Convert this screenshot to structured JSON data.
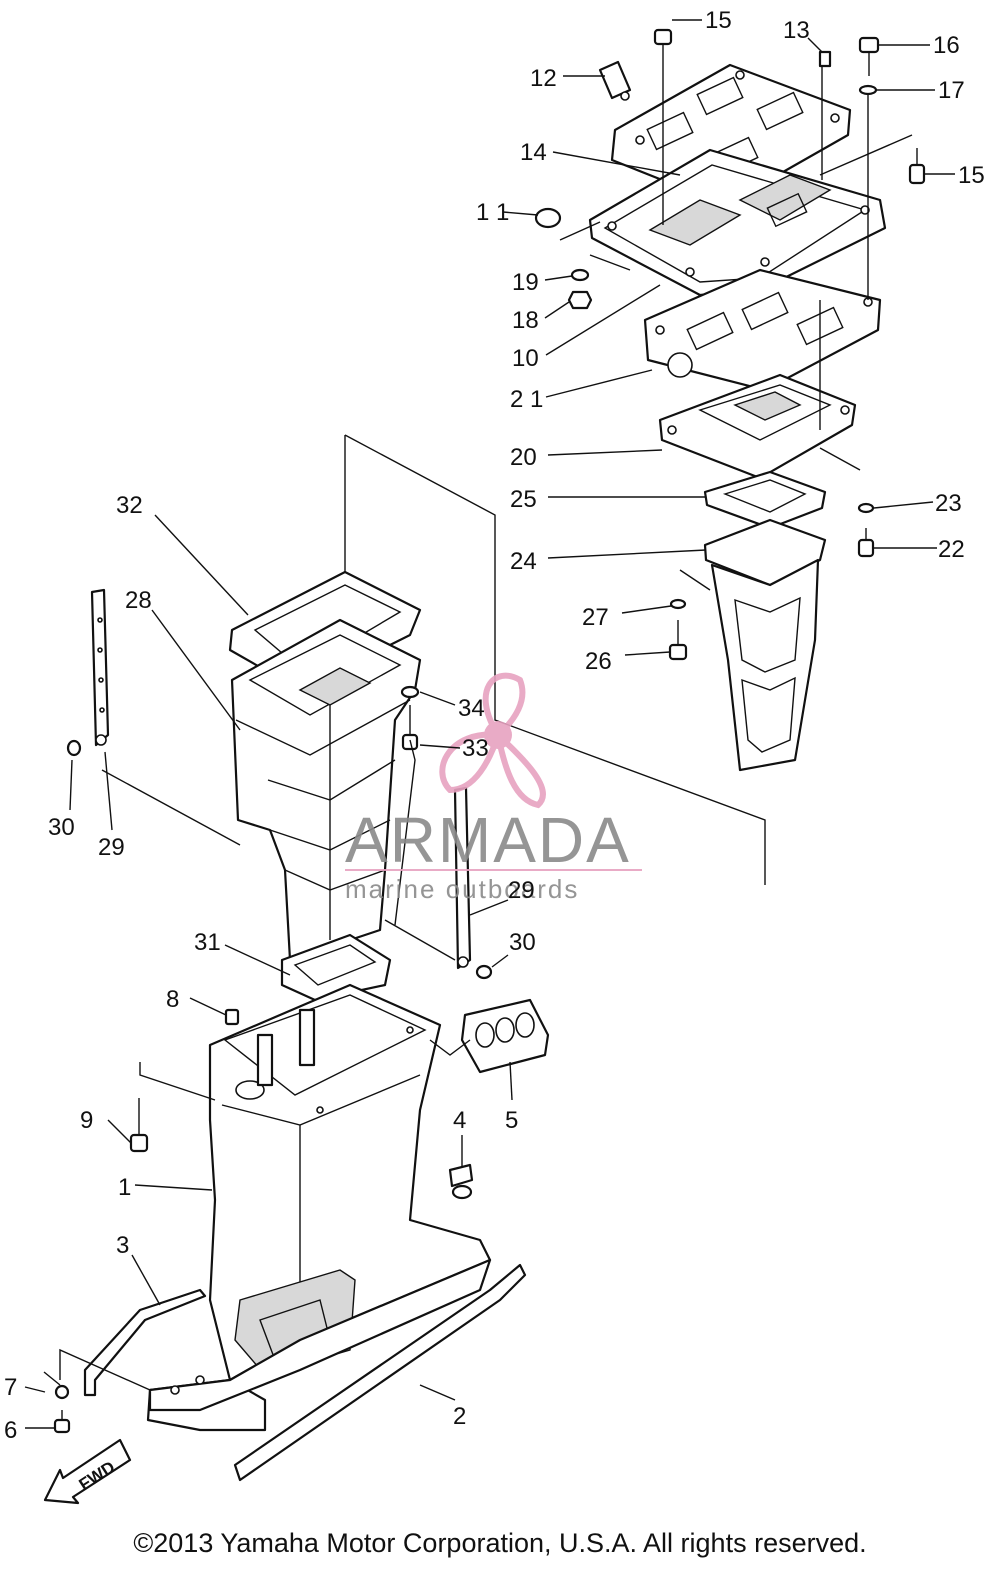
{
  "diagram": {
    "part_numbers": [
      "1",
      "2",
      "3",
      "4",
      "5",
      "6",
      "7",
      "8",
      "9",
      "10",
      "11",
      "12",
      "13",
      "14",
      "15",
      "16",
      "17",
      "18",
      "19",
      "20",
      "21",
      "22",
      "23",
      "24",
      "25",
      "26",
      "27",
      "28",
      "29",
      "30",
      "31",
      "32",
      "33",
      "34"
    ],
    "labels": {
      "p1": "1",
      "p2": "2",
      "p3": "3",
      "p4": "4",
      "p5": "5",
      "p6": "6",
      "p7": "7",
      "p8": "8",
      "p9": "9",
      "p10": "10",
      "p11": "1 1",
      "p12": "12",
      "p13": "13",
      "p14": "14",
      "p15a": "15",
      "p15b": "15",
      "p16": "16",
      "p17": "17",
      "p18": "18",
      "p19": "19",
      "p20": "20",
      "p21": "2 1",
      "p22": "22",
      "p23": "23",
      "p24": "24",
      "p25": "25",
      "p26": "26",
      "p27": "27",
      "p28": "28",
      "p29a": "29",
      "p29b": "29",
      "p30a": "30",
      "p30b": "30",
      "p31": "31",
      "p32": "32",
      "p33": "33",
      "p34": "34"
    },
    "fwd_arrow": "FWD"
  },
  "watermark": {
    "brand": "ARMADA",
    "tagline": "marine outboards",
    "logo_color": "#e7a2c0",
    "text_color": "#8a8a8a"
  },
  "footer": {
    "copyright": "©2013 Yamaha Motor Corporation, U.S.A. All rights reserved."
  }
}
